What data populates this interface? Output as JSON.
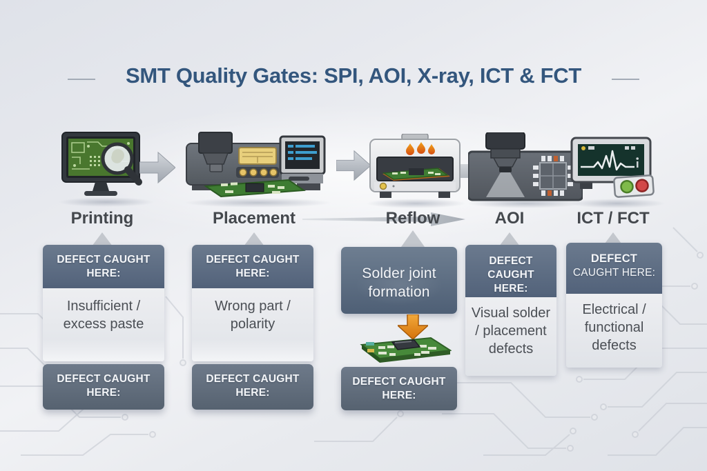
{
  "title": {
    "text": "SMT Quality Gates: SPI, AOI, X-ray, ICT & FCT"
  },
  "stages": [
    {
      "label": "Printing",
      "icon": "spi-inspection-monitor-icon",
      "header": "DEFECT CAUGHT HERE:",
      "body": "Insufficient / excess paste",
      "footer": "DEFECT CAUGHT HERE:"
    },
    {
      "label": "Placement",
      "icon": "pick-and-place-machine-icon",
      "header": "DEFECT CAUGHT HERE:",
      "body": "Wrong part / polarity",
      "footer": "DEFECT CAUGHT HERE:"
    },
    {
      "label": "Reflow",
      "icon": "reflow-oven-icon",
      "note": "Solder joint formation",
      "footer": "DEFECT CAUGHT HERE:"
    },
    {
      "label": "AOI",
      "icon": "aoi-camera-inspection-icon",
      "header": "DEFECT CAUGHT HERE:",
      "body": "Visual solder / placement defects"
    },
    {
      "label": "ICT / FCT",
      "icon": "ict-fct-tester-icon",
      "header_line1": "DEFECT",
      "header_line2": "CAUGHT HERE:",
      "body": "Electrical / functional defects"
    }
  ],
  "colors": {
    "title": "#33567d",
    "header_slate": "#5b6e84",
    "body_light": "#e8ebef",
    "label_gray": "#44484d",
    "arrow_orange": "#e2820f",
    "pcb_green": "#3f7d35"
  }
}
